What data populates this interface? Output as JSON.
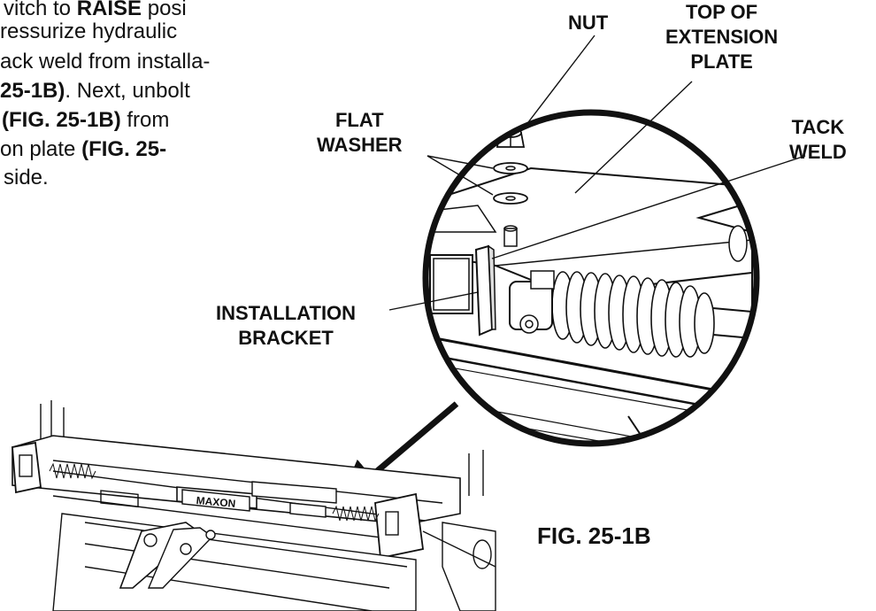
{
  "instructions": {
    "line1": [
      {
        "t": "vitch to ",
        "b": false
      },
      {
        "t": "RAISE",
        "b": true
      },
      {
        "t": " posi",
        "b": false
      }
    ],
    "line2": [
      {
        "t": "ressurize hydraulic",
        "b": false
      }
    ],
    "line3": [
      {
        "t": "ack weld from installa-",
        "b": false
      }
    ],
    "line4": [
      {
        "t": "25-1B)",
        "b": true
      },
      {
        "t": ". Next, unbolt",
        "b": false
      }
    ],
    "line5": [
      {
        "t": " (FIG. 25-1B)",
        "b": true
      },
      {
        "t": " from",
        "b": false
      }
    ],
    "line6": [
      {
        "t": "on plate ",
        "b": false
      },
      {
        "t": "(FIG. 25-",
        "b": true
      }
    ],
    "line7": [
      {
        "t": " side.",
        "b": false
      }
    ]
  },
  "callouts": {
    "nut": [
      "NUT"
    ],
    "top_extension_plate": [
      "TOP OF",
      "EXTENSION",
      "PLATE"
    ],
    "flat_washer": [
      "FLAT",
      "WASHER"
    ],
    "tack_weld": [
      "TACK",
      "WELD"
    ],
    "installation_bracket": [
      "INSTALLATION",
      "BRACKET"
    ]
  },
  "brand_label": "MAXON",
  "figure_caption": "FIG. 25-1B",
  "colors": {
    "ink": "#111111",
    "paper": "#ffffff",
    "gray": "#9a9a9a"
  }
}
